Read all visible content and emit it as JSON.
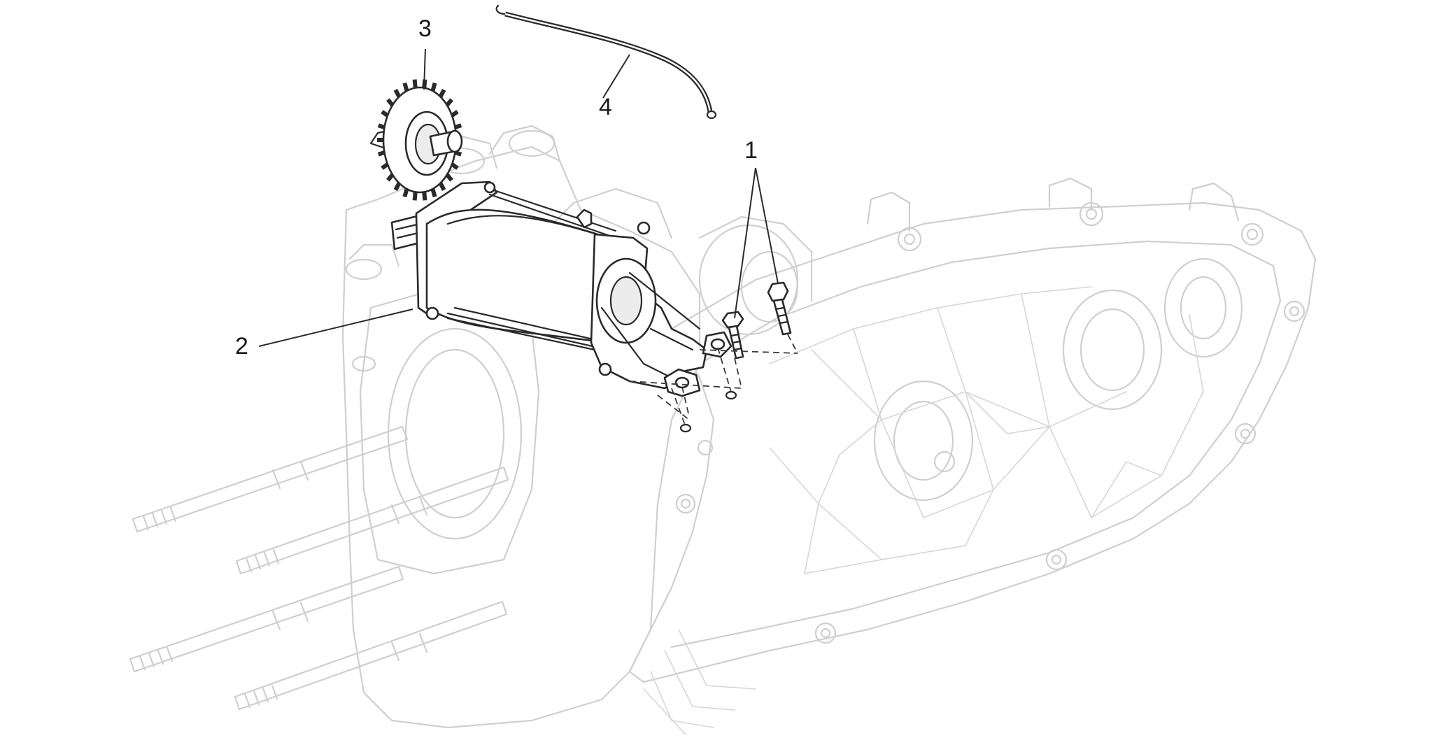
{
  "diagram": {
    "callouts": [
      {
        "id": "1",
        "label": "1"
      },
      {
        "id": "2",
        "label": "2"
      },
      {
        "id": "3",
        "label": "3"
      },
      {
        "id": "4",
        "label": "4"
      }
    ]
  },
  "colors": {
    "background": "#ffffff",
    "highlighted_part_stroke": "#2a2a2a",
    "ghosted_context_stroke": "#cfcfcf"
  }
}
